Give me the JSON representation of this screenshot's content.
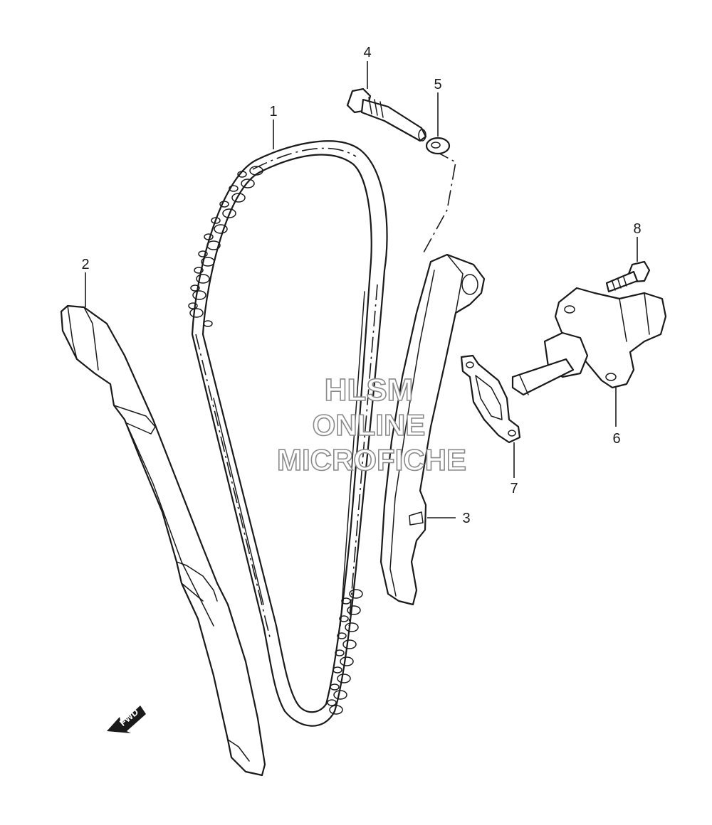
{
  "callouts": [
    {
      "id": "part-1",
      "label": "1"
    },
    {
      "id": "part-2",
      "label": "2"
    },
    {
      "id": "part-3",
      "label": "3"
    },
    {
      "id": "part-4",
      "label": "4"
    },
    {
      "id": "part-5",
      "label": "5"
    },
    {
      "id": "part-6",
      "label": "6"
    },
    {
      "id": "part-7",
      "label": "7"
    },
    {
      "id": "part-8",
      "label": "8"
    }
  ],
  "watermark": {
    "line1": "HLSM",
    "line2": "ONLINE",
    "line3": "MICROFICHE"
  },
  "fwd_arrow": {
    "label": "FWD"
  }
}
